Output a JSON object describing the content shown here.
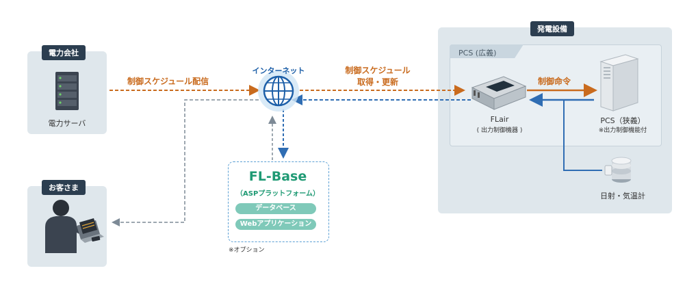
{
  "power_company": {
    "tag": "電力会社",
    "server_label": "電力サーバ"
  },
  "customer": {
    "tag": "お客さま"
  },
  "internet": {
    "label": "インターネット"
  },
  "flows": {
    "schedule_delivery": "制御スケジュール配信",
    "schedule_fetch_line1": "制御スケジュール",
    "schedule_fetch_line2": "取得・更新",
    "control_command": "制御命令"
  },
  "flbase": {
    "title": "FL-Base",
    "subtitle": "（ASPプラットフォーム）",
    "items": [
      "データベース",
      "Webアプリケーション"
    ],
    "note": "※オプション"
  },
  "generation": {
    "tag": "発電設備",
    "pcs_broad": "PCS (広義)",
    "flair_name": "FLair",
    "flair_desc": "( 出力制御機器 )",
    "pcs_narrow": "PCS（狭義）",
    "pcs_note": "※出力制御機能付",
    "sensor_label": "日射・気温計"
  },
  "colors": {
    "panel": "#dfe7ec",
    "tag": "#2c3e50",
    "orange": "#c96b1e",
    "blue": "#2f6db3",
    "gray_line": "#7d8a96",
    "green": "#1f9a74",
    "pill": "#7fc9b9"
  }
}
